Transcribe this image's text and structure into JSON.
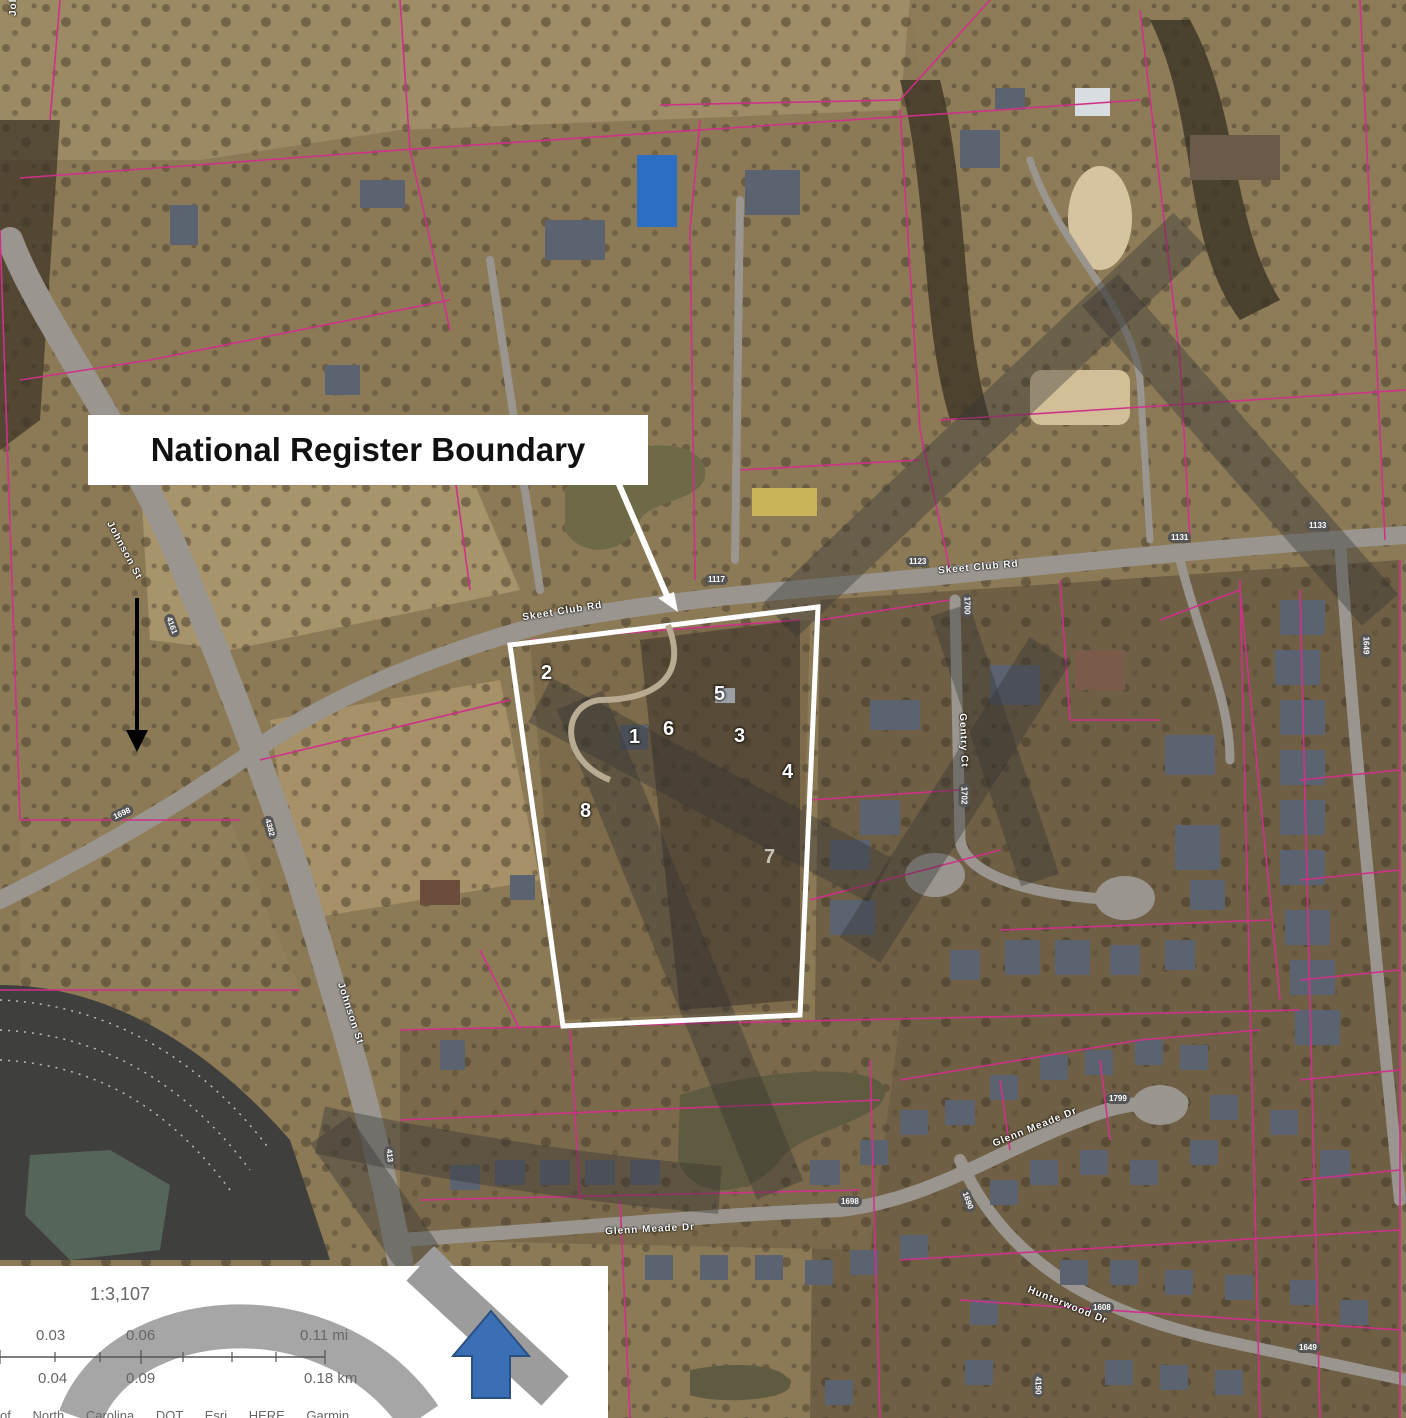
{
  "callout": {
    "title": "National Register Boundary"
  },
  "features": [
    {
      "id": "1",
      "label": "1"
    },
    {
      "id": "2",
      "label": "2"
    },
    {
      "id": "3",
      "label": "3"
    },
    {
      "id": "4",
      "label": "4"
    },
    {
      "id": "5",
      "label": "5"
    },
    {
      "id": "6",
      "label": "6"
    },
    {
      "id": "7",
      "label": "7"
    },
    {
      "id": "8",
      "label": "8"
    }
  ],
  "roads": {
    "skeet_club_rd_1": "Skeet Club Rd",
    "skeet_club_rd_2": "Skeet Club Rd",
    "johnson_st_1": "Johnson St",
    "johnson_st_2": "Johnson St",
    "johnson_st_3": "Johnson St",
    "gentry_ct": "Gentry Ct",
    "glenn_meade_dr_1": "Glenn Meade Dr",
    "glenn_meade_dr_2": "Glenn Meade Dr",
    "hunterwood_dr": "Hunterwood Dr"
  },
  "route_shields": {
    "r1117": "1117",
    "r1123": "1123",
    "r1131": "1131",
    "r1133": "1133",
    "r1700": "1700",
    "r1702": "1702",
    "r1698": "1698",
    "r1799": "1799",
    "r1690": "1690",
    "r1608": "1608",
    "r1649": "1649",
    "r4190": "4190",
    "r4161": "4161",
    "r4382": "4382",
    "r1649b": "1649",
    "r413": "413",
    "r1698b": "1698"
  },
  "legend": {
    "scale_ratio": "1:3,107",
    "mi_ticks": [
      "0.03",
      "0.06",
      "0.11 mi"
    ],
    "km_ticks": [
      "0.04",
      "0.09",
      "0.18 km"
    ],
    "credits": "of North Carolina DOT Esri HERE Garmin"
  },
  "colors": {
    "parcel_lines": "#d0308a",
    "boundary": "#ffffff",
    "north_arrow": "#3a6fb5",
    "ground": "#8c7a57",
    "road": "#9a9690"
  },
  "icons": {
    "north_arrow": "north-arrow-icon",
    "pointer": "down-arrow-icon"
  }
}
